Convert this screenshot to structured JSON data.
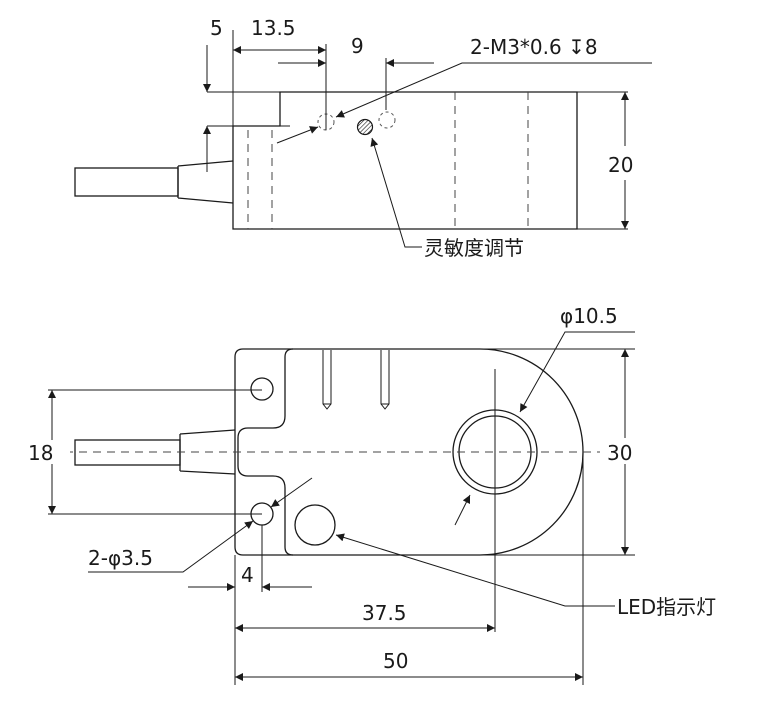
{
  "top_view": {
    "dim_5": "5",
    "dim_13_5": "13.5",
    "dim_9": "9",
    "thread_note": "2-M3*0.6 ↧8",
    "dim_20": "20",
    "sensitivity_label": "灵敏度调节"
  },
  "bottom_view": {
    "dim_phi10_5": "φ10.5",
    "dim_18": "18",
    "dim_30": "30",
    "dim_2_phi3_5": "2-φ3.5",
    "dim_4": "4",
    "led_label": "LED指示灯",
    "dim_37_5": "37.5",
    "dim_50": "50"
  }
}
